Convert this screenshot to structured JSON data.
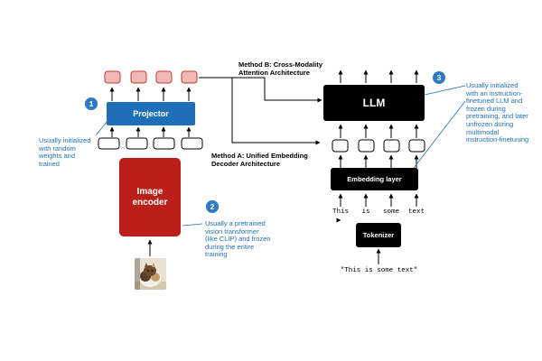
{
  "projector": {
    "label": "Projector",
    "color": "#1f6fb8"
  },
  "image_encoder": {
    "label": "Image\nencoder",
    "color": "#bb1f1a"
  },
  "llm": {
    "label": "LLM",
    "color": "#000000"
  },
  "embedding_layer": {
    "label": "Embedding layer"
  },
  "tokenizer": {
    "label": "Tokenizer"
  },
  "method_b": {
    "line1": "Method B: Cross-Modality",
    "line2": "Attention Architecture"
  },
  "method_a": {
    "line1": "Method A: Unified Embedding",
    "line2": "Decoder Architecture"
  },
  "badges": {
    "one": "1",
    "two": "2",
    "three": "3"
  },
  "notes": {
    "note1": "Usually initialized\nwith random\nweights and\ntrained",
    "note2": "Usually a pretrained\nvision transformer\n(like CLIP) and frozen\nduring the entire\ntraining",
    "note3": "Usually initialized\nwith an instruction-\nfinetuned LLM and\nfrozen during\npretraining, and later\nunfrozen during\nmultimodal\ninstruction-finetuning"
  },
  "tokens": [
    "This",
    "is",
    "some",
    "text"
  ],
  "input_text": "\"This is some text\"",
  "image": {
    "icon": "cat-photo",
    "colors": [
      "#e8e0d0",
      "#6b4a2e",
      "#c8a070"
    ]
  },
  "accent_colors": {
    "note": "#1f6fb8",
    "output_token_fill": "#f1b8b6",
    "output_token_stroke": "#c23a36"
  }
}
